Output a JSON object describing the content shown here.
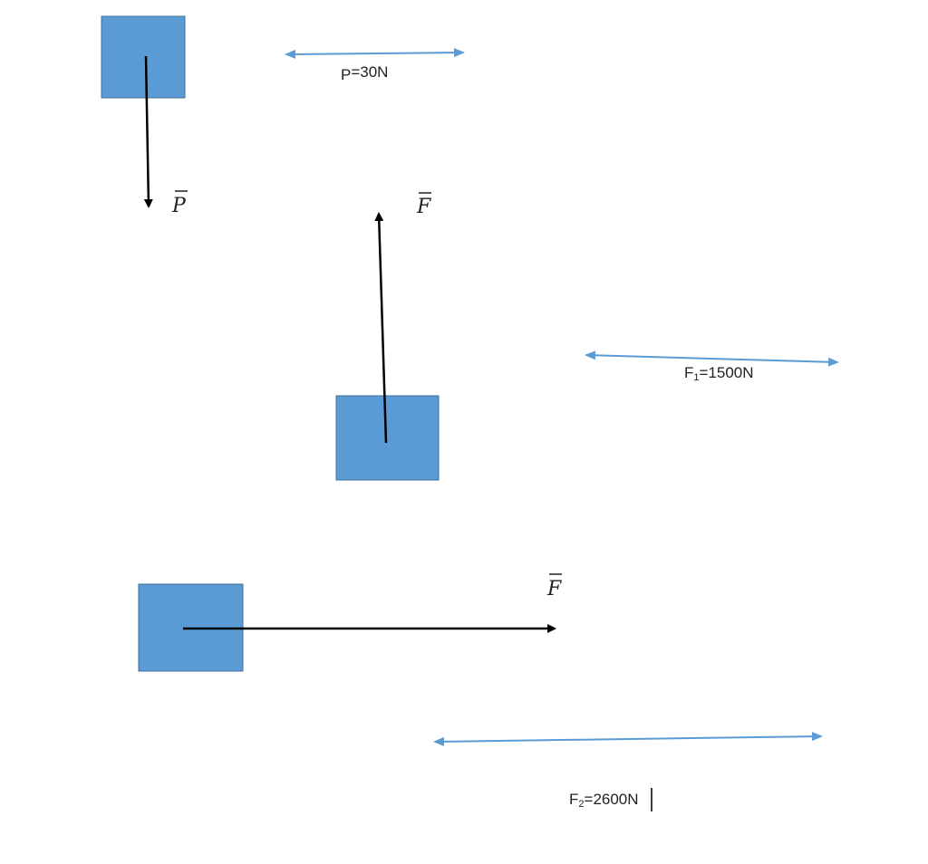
{
  "diagram": {
    "colors": {
      "box_fill": "#5b9bd5",
      "box_stroke": "#41719c",
      "force_arrow": "#000000",
      "scale_arrow": "#5b9bd5"
    },
    "vectors": {
      "weight_label": "P",
      "vertical_force_label": "F",
      "horizontal_force_label": "F"
    },
    "scales": {
      "weight": {
        "base": "P",
        "sub": "",
        "value": "=30N"
      },
      "force_1": {
        "base": "F",
        "sub": "1",
        "value": "=1500N"
      },
      "force_2": {
        "base": "F",
        "sub": "2",
        "value": "=2600N"
      }
    }
  }
}
